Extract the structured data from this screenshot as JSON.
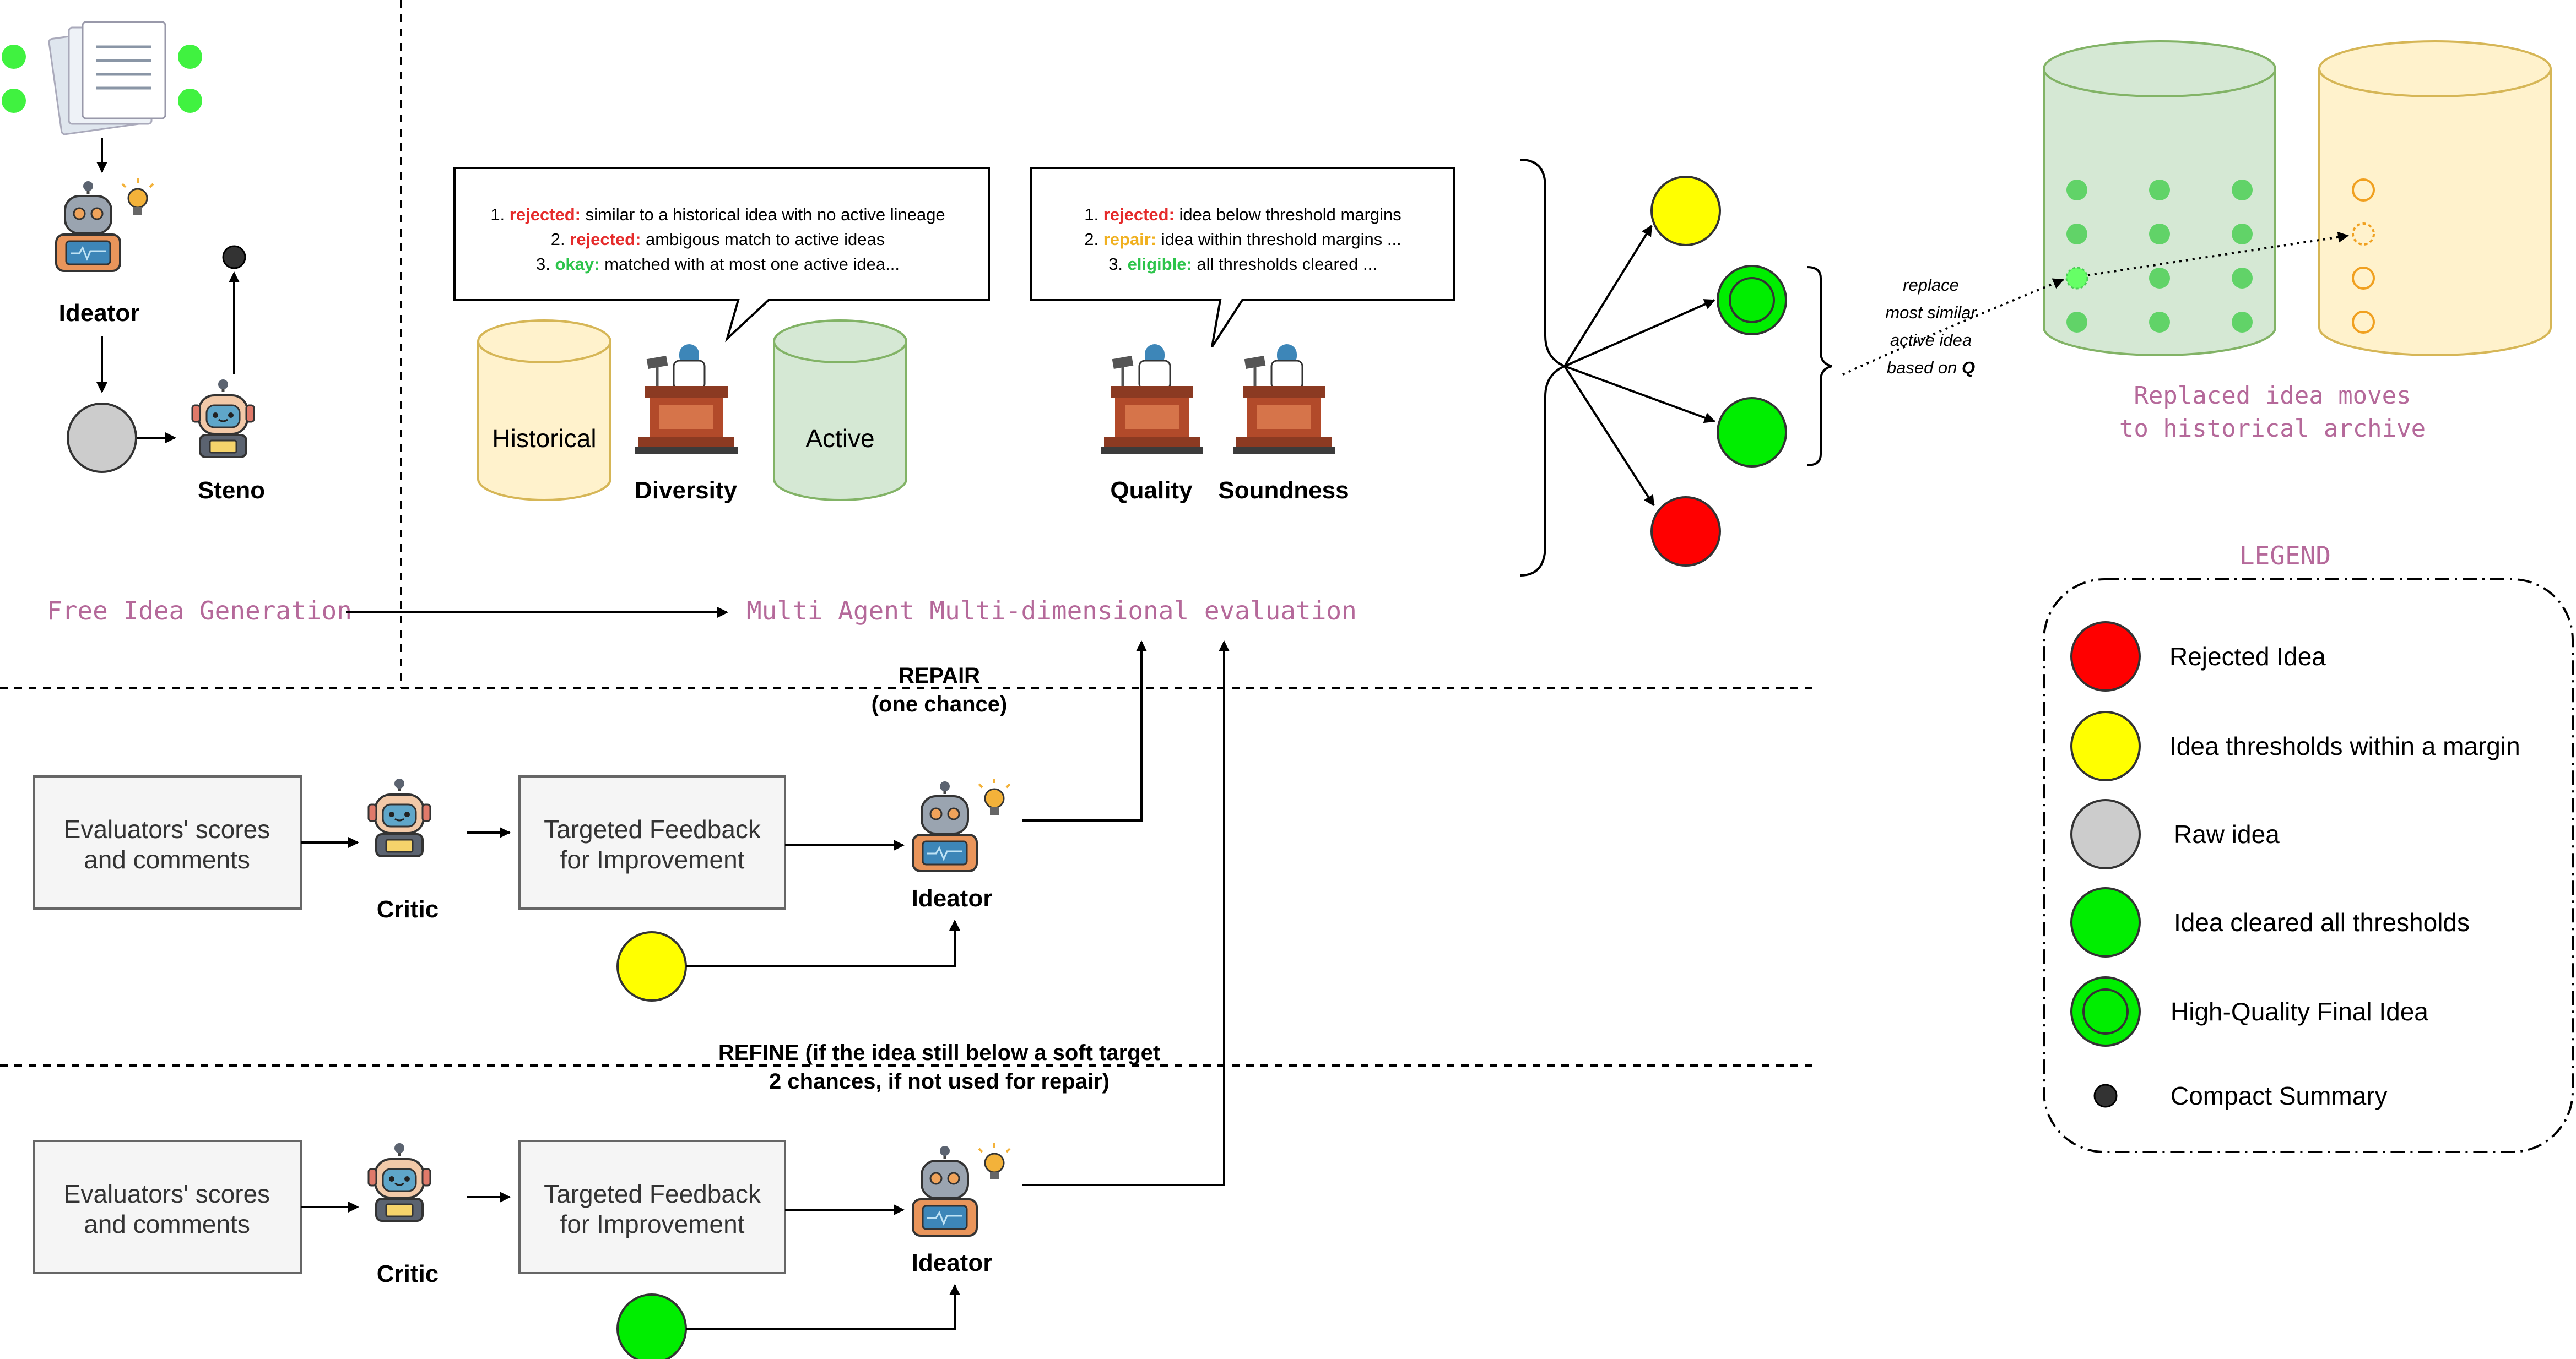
{
  "free_idea_generation": {
    "ideator_label": "Ideator",
    "steno_label": "Steno",
    "caption": "Free Idea Generation"
  },
  "evaluation": {
    "caption": "Multi Agent Multi-dimensional evaluation",
    "diversity_bubble": [
      {
        "num": "1. ",
        "tag": "rejected:",
        "tag_color": "#e52b2b",
        "text": " similar to a historical idea with no active lineage"
      },
      {
        "num": "2. ",
        "tag": "rejected:",
        "tag_color": "#e52b2b",
        "text": " ambigous match to active ideas"
      },
      {
        "num": "3. ",
        "tag": "okay:",
        "tag_color": "#2cc44a",
        "text": " matched with at most one active idea..."
      }
    ],
    "quality_bubble": [
      {
        "num": "1. ",
        "tag": "rejected:",
        "tag_color": "#e52b2b",
        "text": " idea below threshold margins"
      },
      {
        "num": "2. ",
        "tag": "repair:",
        "tag_color": "#f0b020",
        "text": " idea within threshold margins ..."
      },
      {
        "num": "3. ",
        "tag": "eligible:",
        "tag_color": "#2cc44a",
        "text": " all thresholds cleared ..."
      }
    ],
    "historical_label": "Historical",
    "active_label": "Active",
    "diversity_label": "Diversity",
    "quality_label": "Quality",
    "soundness_label": "Soundness"
  },
  "replace_note": {
    "line1": "replace",
    "line2": "most similar",
    "line3": "active idea",
    "line4_prefix": "based on ",
    "line4_q": "Q"
  },
  "archive_caption": {
    "line1": "Replaced idea moves",
    "line2": "to historical archive"
  },
  "repair": {
    "title_line1": "REPAIR",
    "title_line2": "(one chance)",
    "scores_line1": "Evaluators' scores",
    "scores_line2": "and comments",
    "critic_label": "Critic",
    "feedback_line1": "Targeted Feedback",
    "feedback_line2": "for Improvement",
    "ideator_label": "Ideator"
  },
  "refine": {
    "title_line1": "REFINE (if the idea still below a soft target",
    "title_line2": "2 chances, if not used for repair)",
    "scores_line1": "Evaluators' scores",
    "scores_line2": "and comments",
    "critic_label": "Critic",
    "feedback_line1": "Targeted Feedback",
    "feedback_line2": "for Improvement",
    "ideator_label": "Ideator"
  },
  "legend": {
    "title": "LEGEND",
    "items": [
      {
        "label": "Rejected Idea",
        "icon": "red-circle-icon"
      },
      {
        "label": "Idea thresholds within a margin",
        "icon": "yellow-circle-icon"
      },
      {
        "label": "Raw idea",
        "icon": "gray-circle-icon"
      },
      {
        "label": "Idea cleared all thresholds",
        "icon": "green-circle-icon"
      },
      {
        "label": "High-Quality Final Idea",
        "icon": "double-green-circle-icon"
      },
      {
        "label": "Compact Summary",
        "icon": "black-dot-icon"
      }
    ]
  },
  "colors": {
    "rejected": "#ff0000",
    "margin": "#ffff00",
    "raw": "#cccccc",
    "cleared": "#00ee00",
    "caption_pink": "#b5699a",
    "historical_fill": "#fff2cc",
    "historical_stroke": "#d6b656",
    "active_fill": "#d5e8d4",
    "active_stroke": "#82b366"
  }
}
